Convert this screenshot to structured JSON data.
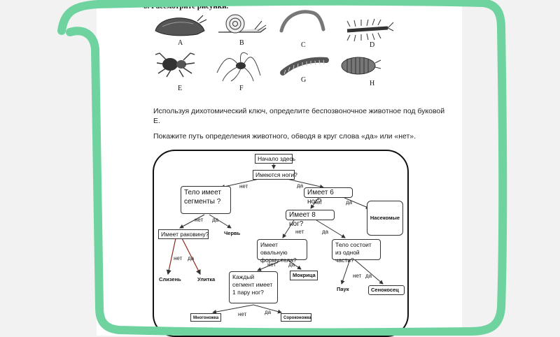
{
  "question": {
    "title": "8.   Рассмотрите рисунки."
  },
  "animals": [
    {
      "letter": "A",
      "icon": "slug-icon"
    },
    {
      "letter": "B",
      "icon": "snail-icon"
    },
    {
      "letter": "C",
      "icon": "worm-icon"
    },
    {
      "letter": "D",
      "icon": "centipede-icon"
    },
    {
      "letter": "E",
      "icon": "spider-icon"
    },
    {
      "letter": "F",
      "icon": "harvestman-icon"
    },
    {
      "letter": "G",
      "icon": "millipede-icon"
    },
    {
      "letter": "H",
      "icon": "woodlouse-icon"
    }
  ],
  "instructions": {
    "line1": "Используя дихотомический ключ, определите беспозвоночное животное под буковой",
    "line2": "E.",
    "line3": "Покажите путь определения животного, обводя в круг слова «да» или «нет»."
  },
  "key": {
    "start": "Начало здесь",
    "has_legs": "Имеются ноги?",
    "segments": "Тело имеет сегменты ?",
    "six_legs": "Имеет 6 ног?",
    "insects": "Насекомые",
    "eight_legs": "Имеет 8 ног?",
    "shell": "Имеет раковину?",
    "worm": "Червь",
    "oval": "Имеет овальную форму тела?",
    "one_part": "Тело состоит из одной части?",
    "slug": "Слизень",
    "snail": "Улитка",
    "woodlouse": "Мокрица",
    "pair_legs": "Каждый сегмент имеет 1 пару ног?",
    "spider": "Паук",
    "harvestman": "Сенокосец",
    "millipede": "Многоножка",
    "centipede": "Сороконожка",
    "yes": "да",
    "no": "нет"
  },
  "colors": {
    "highlight": "#6fd3a0",
    "ink": "#111111",
    "arrow_red": "#8b2a1f"
  }
}
